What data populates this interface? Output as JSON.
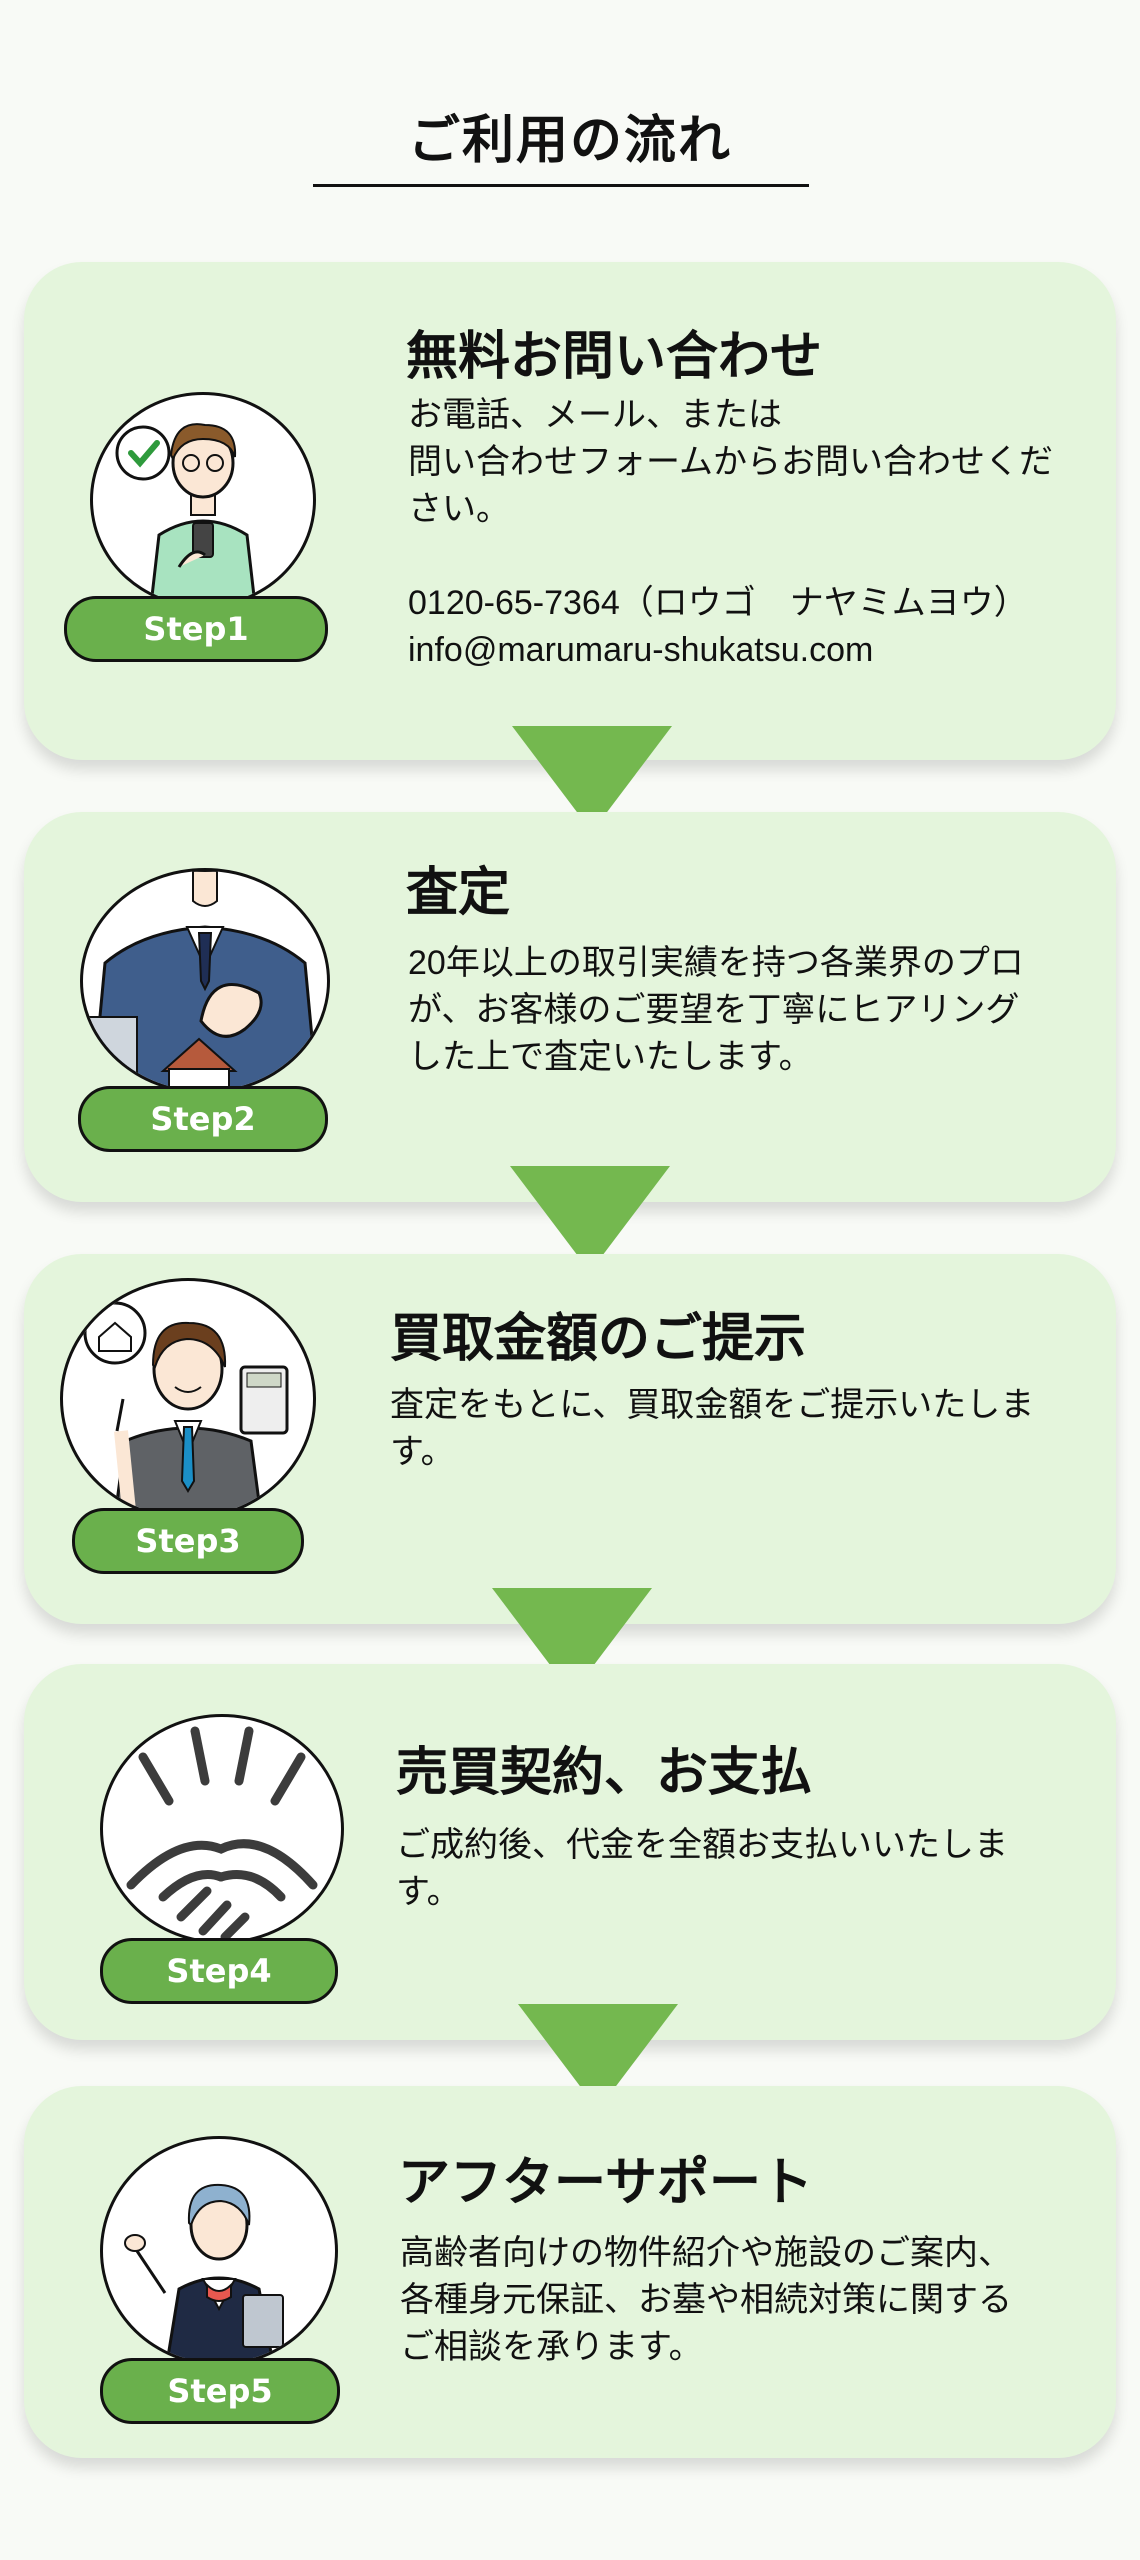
{
  "page": {
    "title": "ご利用の流れ"
  },
  "steps": [
    {
      "badge": "Step1",
      "title": "無料お問い合わせ",
      "description": "お電話、メール、または\n問い合わせフォームからお問い合わせくだ\nさい。\n\n0120-65-7364（ロウゴ　ナヤミムヨウ）\ninfo@marumaru-shukatsu.com",
      "illustration": "man-using-smartphone-icon"
    },
    {
      "badge": "Step2",
      "title": "査定",
      "description": "20年以上の取引実績を持つ各業界のプロ\nが、お客様のご要望を丁寧にヒアリング\nした上で査定いたします。",
      "illustration": "businessman-with-house-icon"
    },
    {
      "badge": "Step3",
      "title": "買取金額のご提示",
      "description": "査定をもとに、買取金額をご提示いたしま\nす。",
      "illustration": "man-with-calculator-icon"
    },
    {
      "badge": "Step4",
      "title": "売買契約、お支払",
      "description": "ご成約後、代金を全額お支払いいたしま\nす。",
      "illustration": "handshake-icon"
    },
    {
      "badge": "Step5",
      "title": "アフターサポート",
      "description": "高齢者向けの物件紹介や施設のご案内、\n各種身元保証、お墓や相続対策に関する\nご相談を承ります。",
      "illustration": "woman-guide-icon"
    }
  ],
  "colors": {
    "card": "#e4f5dc",
    "accent": "#6ab04c",
    "arrow": "#74b84f"
  }
}
